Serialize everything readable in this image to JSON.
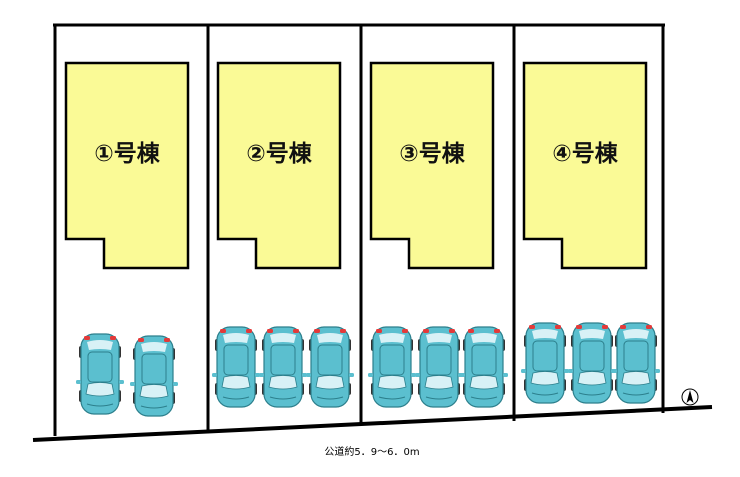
{
  "plan": {
    "colors": {
      "building_fill": "#FAFA96",
      "car_body": "#5BBFCF",
      "car_glass": "#D8F1F6",
      "car_light": "#E23A3A",
      "line": "#000000"
    },
    "lots": [
      {
        "label": "①号棟",
        "cars": 2
      },
      {
        "label": "②号棟",
        "cars": 3
      },
      {
        "label": "③号棟",
        "cars": 3
      },
      {
        "label": "④号棟",
        "cars": 3
      }
    ],
    "road_label": "公道約5．9～6．0m",
    "north_icon": "north-arrow-icon"
  }
}
